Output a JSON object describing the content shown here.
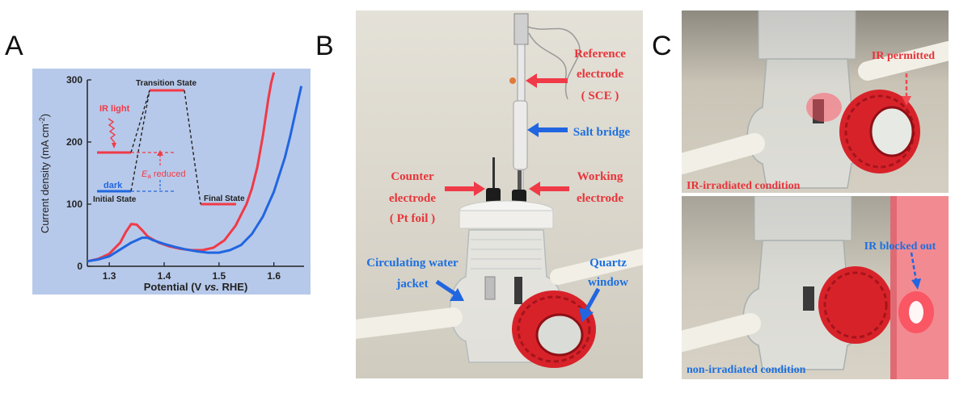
{
  "panels": {
    "a": {
      "letter": "A"
    },
    "b": {
      "letter": "B"
    },
    "c": {
      "letter": "C"
    }
  },
  "colors": {
    "red": "#f03a47",
    "blue": "#2166e0",
    "panel_bg": "#b7c9ea",
    "text_red": "#e8343a",
    "text_blue": "#1d6fe0"
  },
  "chart_data": {
    "type": "line",
    "xlabel_parts": [
      "Potential (V ",
      "vs.",
      " RHE)"
    ],
    "ylabel": "Current density (mA cm",
    "ylabel_sup": "-2",
    "ylabel_close": ")",
    "xlim": [
      1.26,
      1.655
    ],
    "ylim": [
      0,
      300
    ],
    "x_ticks": [
      1.3,
      1.4,
      1.5,
      1.6
    ],
    "x_tick_labels": [
      "1.3",
      "1.4",
      "1.5",
      "1.6"
    ],
    "y_ticks": [
      0,
      100,
      200,
      300
    ],
    "y_tick_labels": [
      "0",
      "100",
      "200",
      "300"
    ],
    "grid": false,
    "series": [
      {
        "color": "#f03a47",
        "x": [
          1.26,
          1.28,
          1.3,
          1.32,
          1.33,
          1.34,
          1.35,
          1.36,
          1.37,
          1.39,
          1.41,
          1.43,
          1.45,
          1.47,
          1.49,
          1.51,
          1.53,
          1.55,
          1.56,
          1.57,
          1.58,
          1.585,
          1.59,
          1.595,
          1.6
        ],
        "y": [
          8,
          12,
          20,
          38,
          55,
          68,
          67,
          58,
          48,
          38,
          32,
          28,
          26,
          26,
          30,
          42,
          65,
          100,
          125,
          160,
          210,
          240,
          270,
          295,
          312
        ]
      },
      {
        "color": "#2166e0",
        "x": [
          1.26,
          1.28,
          1.3,
          1.32,
          1.34,
          1.36,
          1.37,
          1.38,
          1.4,
          1.42,
          1.44,
          1.46,
          1.48,
          1.5,
          1.52,
          1.54,
          1.56,
          1.58,
          1.6,
          1.62,
          1.63,
          1.64,
          1.65
        ],
        "y": [
          8,
          11,
          16,
          27,
          38,
          46,
          46,
          42,
          36,
          31,
          27,
          24,
          22,
          22,
          26,
          34,
          52,
          80,
          120,
          175,
          210,
          250,
          290
        ]
      }
    ],
    "annotations": {
      "transition_state": "Transition State",
      "initial_state": "Initial State",
      "final_state": "Final State",
      "ir_light": "IR light",
      "dark": "dark",
      "ea_main": "E",
      "ea_sub": "a",
      "ea_rest": " reduced"
    }
  },
  "panel_b_labels": {
    "reference_line1": "Reference",
    "reference_line2": "electrode",
    "reference_line3": "( SCE )",
    "salt_bridge": "Salt bridge",
    "counter_line1": "Counter",
    "counter_line2": "electrode",
    "counter_line3": "( Pt foil )",
    "working_line1": "Working",
    "working_line2": "electrode",
    "circulating_line1": "Circulating water",
    "circulating_line2": "jacket",
    "quartz_line1": "Quartz",
    "quartz_line2": "window"
  },
  "panel_c_labels": {
    "ir_permitted": "IR permitted",
    "ir_irradiated": "IR-irradiated condition",
    "ir_blocked": "IR blocked out",
    "non_irradiated": "non-irradiated condition"
  }
}
